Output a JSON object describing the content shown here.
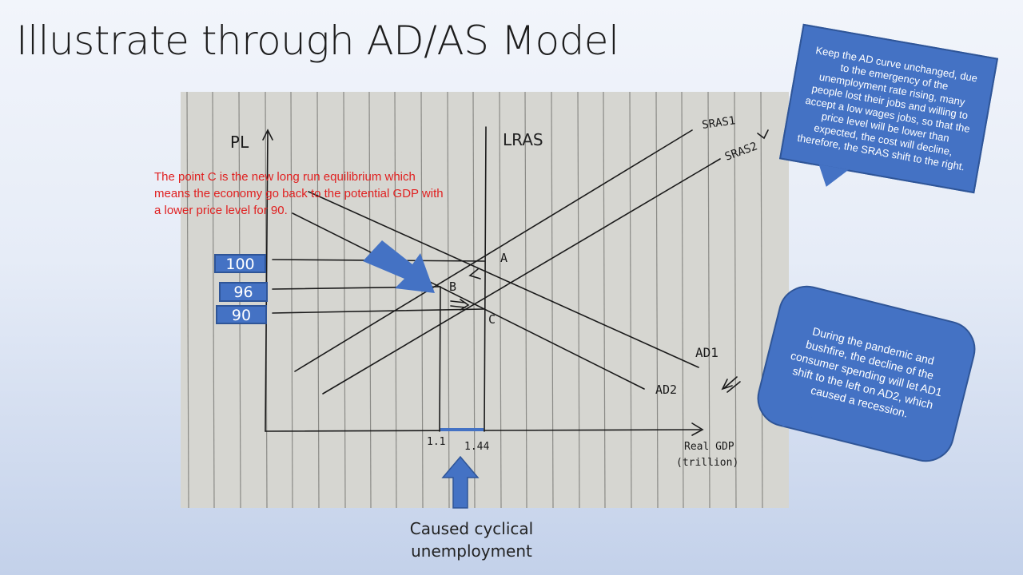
{
  "slide": {
    "title": "Illustrate through AD/AS Model",
    "caption_line1": "Caused cyclical",
    "caption_line2": "unemployment"
  },
  "diagram": {
    "y_axis_label": "PL",
    "x_axis_label_line1": "Real GDP",
    "x_axis_label_line2": "(trillion)",
    "lras_label": "LRAS",
    "curve_labels": {
      "sras1": "SRAS1",
      "sras2": "SRAS2",
      "ad1": "AD1",
      "ad2": "AD2"
    },
    "points": {
      "a": "A",
      "b": "B",
      "c": "C"
    },
    "price_levels": {
      "p100": "100",
      "p96": "96",
      "p90": "90"
    },
    "gdp_ticks": {
      "t1": "1.1",
      "t2": "1.44"
    },
    "red_note": "The point C is the new long run equilibrium which means the economy go back to the potential GDP with a lower price level for 90."
  },
  "notes": {
    "top": "Keep the AD curve unchanged, due to the emergency of the unemployment rate rising, many people lost their jobs and willing to accept a low wages jobs, so that the price level will be lower than expected, the cost will decline, therefore, the SRAS shift to the right.",
    "bottom": "During the pandemic and bushfire, the decline of the consumer spending will let AD1 shift to the left on AD2, which caused a recession."
  },
  "colors": {
    "accent_blue": "#4472c4",
    "accent_border": "#2f5597",
    "red_text": "#e02020",
    "paper": "#d6d6d1",
    "ink": "#1a1a1a"
  }
}
